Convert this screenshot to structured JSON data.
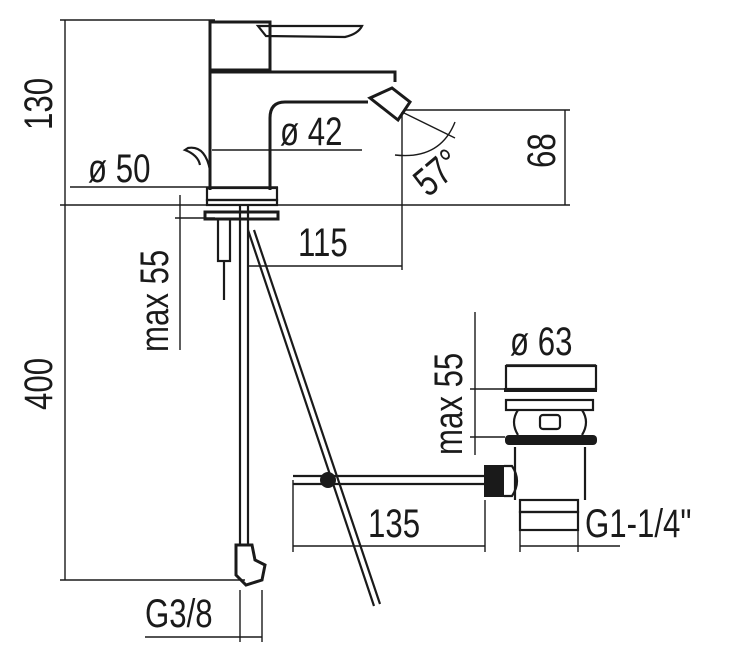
{
  "drawing": {
    "tap_height": "130",
    "spout_diameter": "ø 42",
    "base_diameter": "ø 50",
    "nozzle_angle": "57°",
    "spout_height": "68",
    "max_deck_thickness_tap": "max 55",
    "spout_reach": "115",
    "hose_length": "400",
    "waste_max_thickness": "max 55",
    "waste_diameter": "ø 63",
    "rod_length": "135",
    "waste_thread": "G1-1/4\"",
    "hose_thread": "G3/8"
  },
  "colors": {
    "line": "#1a1a1a",
    "background": "#ffffff"
  }
}
